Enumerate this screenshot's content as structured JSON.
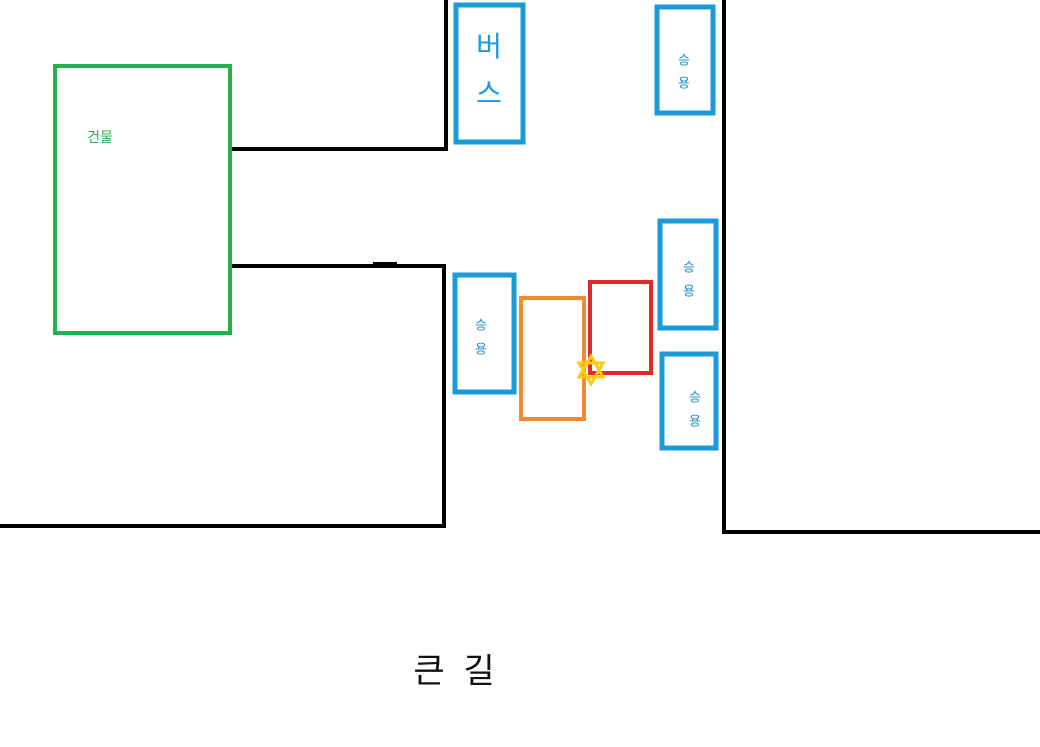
{
  "building": {
    "label": "건물",
    "color": "#22b14c"
  },
  "bus": {
    "line1": "버",
    "line2": "스",
    "color": "#1a9ad9"
  },
  "cars": [
    {
      "line1": "승",
      "line2": "용"
    },
    {
      "line1": "승",
      "line2": "용"
    },
    {
      "line1": "승",
      "line2": "용"
    },
    {
      "line1": "승",
      "line2": "용"
    }
  ],
  "car_color": "#1a9ad9",
  "orange_vehicle_color": "#f28a30",
  "red_vehicle_color": "#e02a2a",
  "impact_marker": {
    "icon": "star-icon",
    "color": "#ffc90e"
  },
  "road": {
    "label": "큰 길"
  }
}
